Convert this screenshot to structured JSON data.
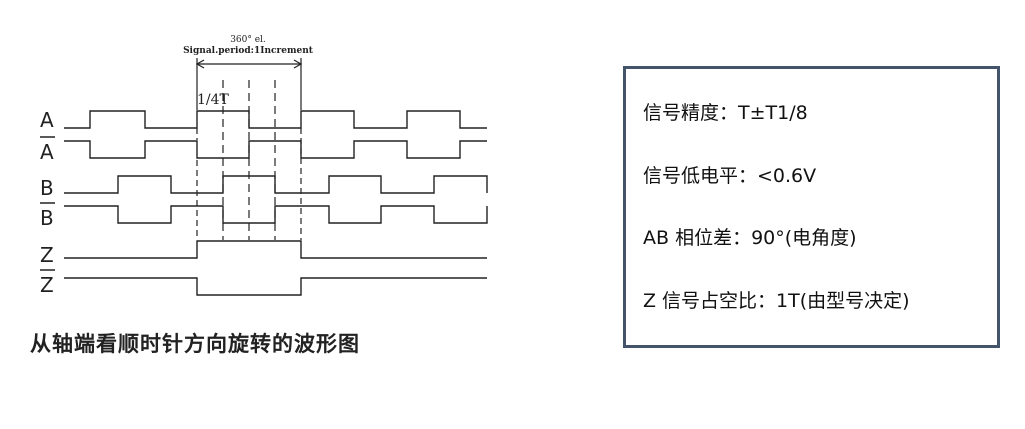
{
  "diagram": {
    "header_line1": "360° el.",
    "header_line2": "Signal.period:1Increment",
    "quarter_label": "1/4T",
    "channels": [
      {
        "label": "A",
        "overline": false
      },
      {
        "label": "A",
        "overline": true
      },
      {
        "label": "B",
        "overline": false
      },
      {
        "label": "B",
        "overline": true
      },
      {
        "label": "Z",
        "overline": false
      },
      {
        "label": "Z",
        "overline": true
      }
    ]
  },
  "caption": "从轴端看顺时针方向旋转的波形图",
  "specs": [
    "信号精度：T±T1/8",
    "信号低电平：<0.6V",
    "AB 相位差：90°(电角度)",
    "Z 信号占空比：1T(由型号决定)"
  ],
  "colors": {
    "line": "#222222",
    "box_border": "#44546a"
  }
}
